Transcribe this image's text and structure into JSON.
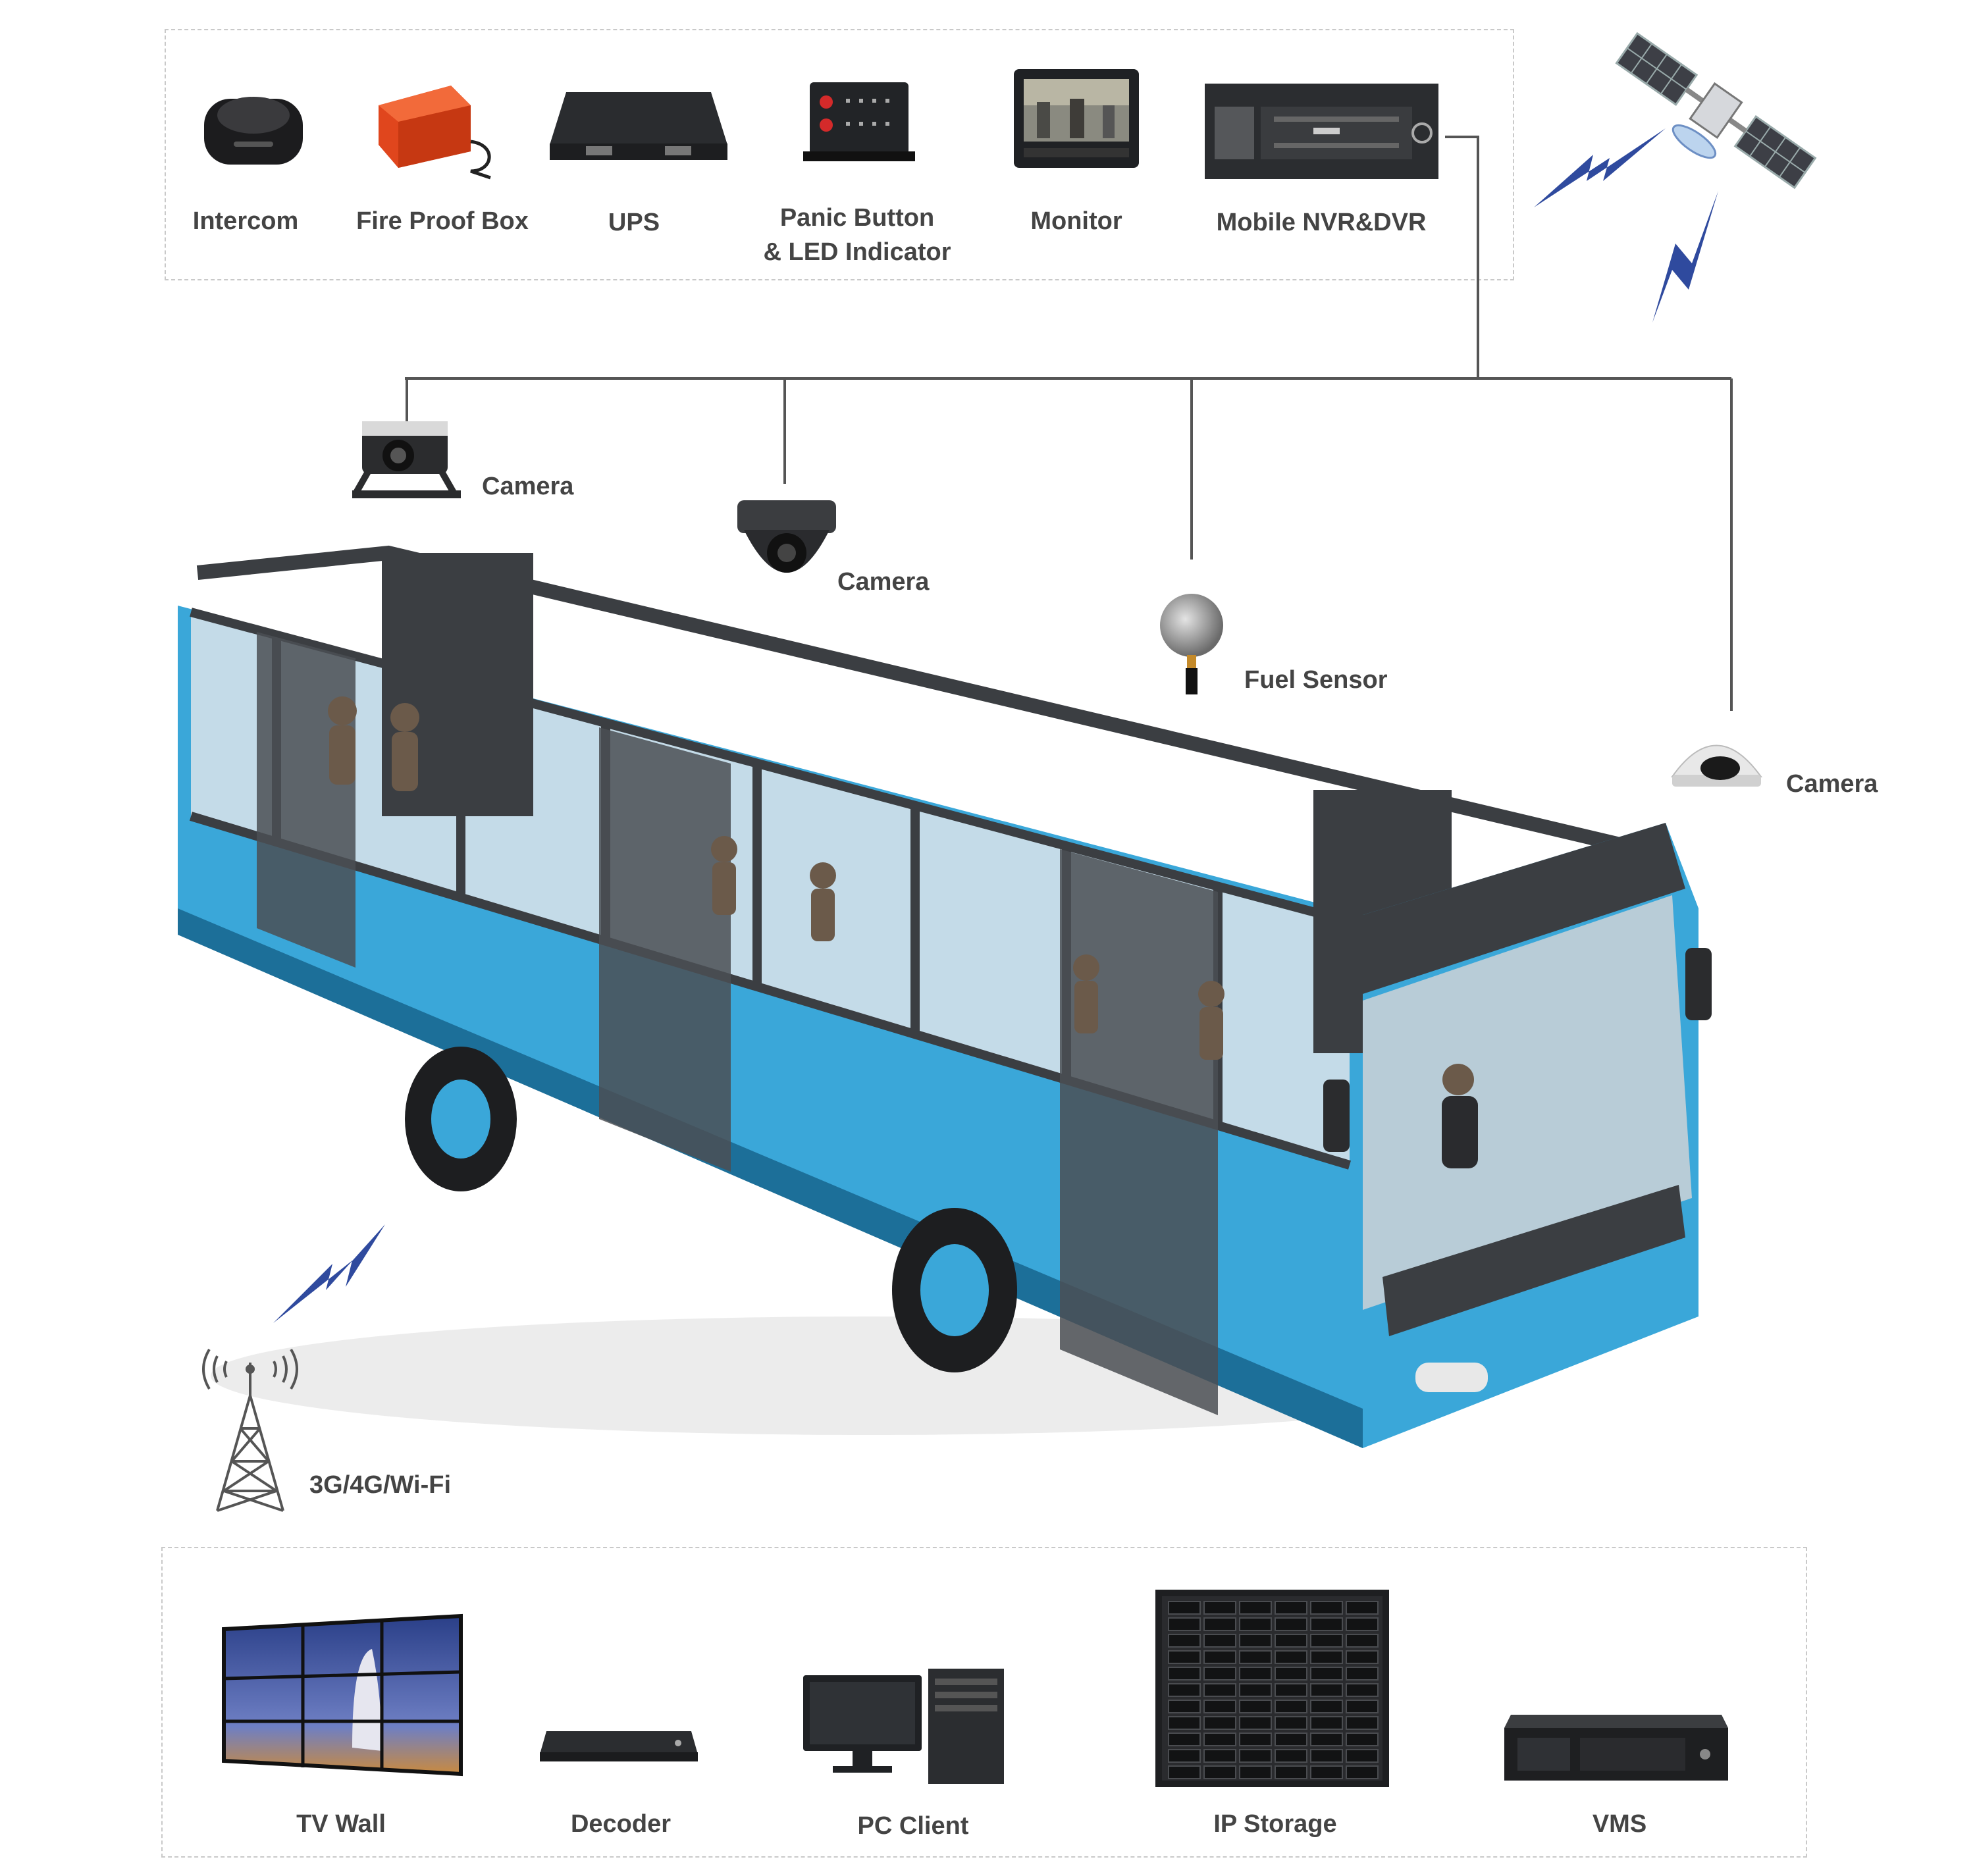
{
  "top_devices": {
    "intercom": "Intercom",
    "fire_proof_box": "Fire Proof Box",
    "ups": "UPS",
    "panic_button_line1": "Panic Button",
    "panic_button_line2": "& LED Indicator",
    "monitor": "Monitor",
    "mobile_nvr": "Mobile NVR&DVR"
  },
  "bus_peripherals": {
    "camera_1": "Camera",
    "camera_2": "Camera",
    "fuel_sensor": "Fuel Sensor",
    "camera_3": "Camera"
  },
  "network": {
    "tower": "3G/4G/Wi-Fi"
  },
  "platform": {
    "tv_wall": "TV Wall",
    "decoder": "Decoder",
    "pc_client": "PC Client",
    "ip_storage": "IP Storage",
    "vms": "VMS"
  },
  "colors": {
    "bus_body": "#3aa7d9",
    "frame": "#3b3e42",
    "signal": "#2f4a9e",
    "line": "#555555"
  }
}
